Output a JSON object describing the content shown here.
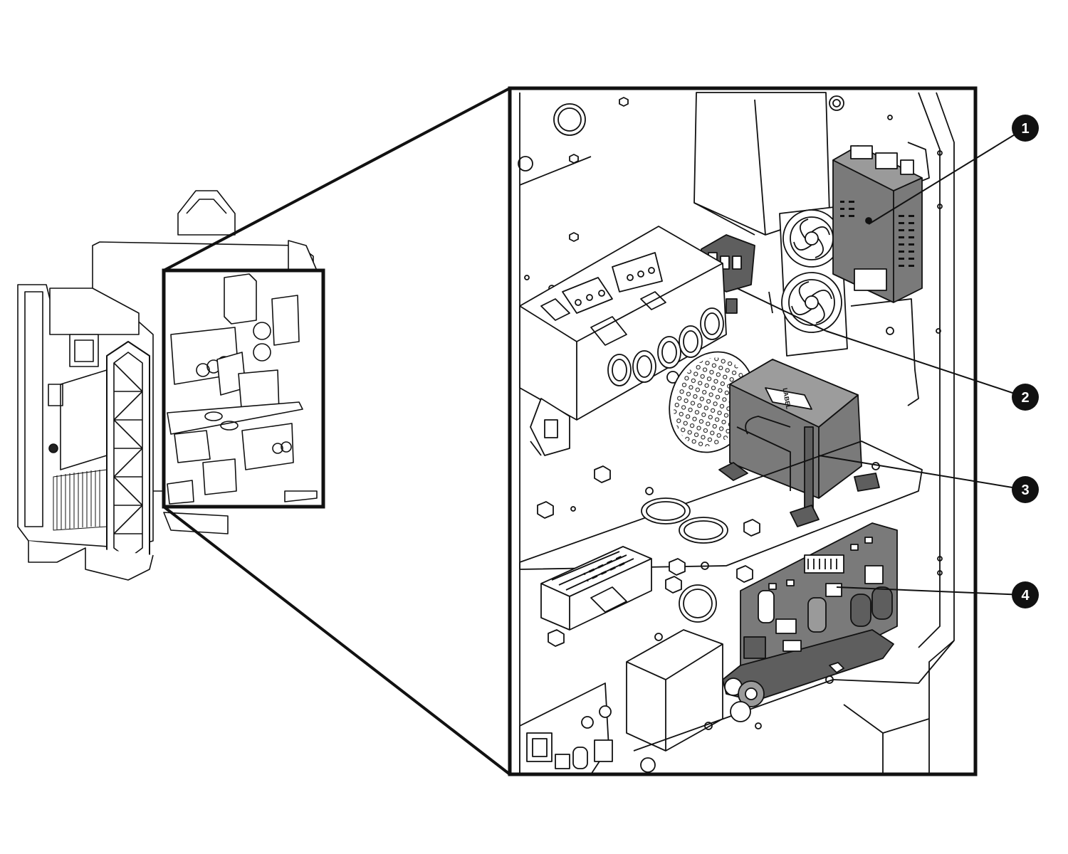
{
  "diagram": {
    "ink_color": "#111111",
    "component_fill": "#7a7a7a",
    "component_fill_dark": "#5e5e5e",
    "background": "#ffffff",
    "callouts": [
      {
        "number": "1",
        "target": "control-module"
      },
      {
        "number": "2",
        "target": "terminal-block"
      },
      {
        "number": "3",
        "target": "transformer"
      },
      {
        "number": "4",
        "target": "circuit-board"
      }
    ],
    "transformer_label": "LABEL"
  }
}
